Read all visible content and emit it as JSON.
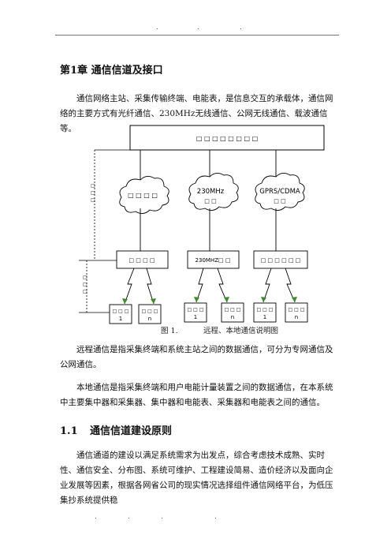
{
  "header_dots": [
    ".",
    ".",
    "."
  ],
  "footer_dots": [
    ".",
    ".",
    ".",
    "."
  ],
  "chapter_title": "第1章 通信信道及接口",
  "paragraphs": {
    "intro": "通信网络主站、采集传输终端、电能表，是信息交互的承载体，通信网络的主要方式有光纤通信、230MHz无线通信、公网无线通信、载波通信等。",
    "remote": "远程通信是指采集终端和系统主站之间的数据通信，可分为专网通信及公网通信。",
    "local": "本地通信是指采集终端和用户电能计量装置之间的数据通信，在本系统中主要集中器和采集器、集中器和电能表、采集器和电能表之间的通信。",
    "principle": "通信通道的建设以满足系统需求为出发点，综合考虑技术成熟、实时性、通信安全、分布图、系统可维护、工程建设简易、造价经济以及面向企业发展等因素，根据各网省公司的现实情况选择组件通信网络平台，为低压集抄系统提供稳"
  },
  "section": {
    "number": "1.1",
    "title": "通信信道建设原则"
  },
  "figure": {
    "caption_number": "图 1.",
    "caption_text": "远程、本地通信说明图",
    "top_box": "□ □ □ □ □ □ □ □",
    "side_label_top": "□ □ □",
    "side_label_bottom": "□ □ □",
    "clouds": [
      {
        "line1": "□ □ □ □",
        "line2": ""
      },
      {
        "line1": "230MHz",
        "line2": "□ □"
      },
      {
        "line1": "GPRS/CDMA",
        "line2": "□ □"
      }
    ],
    "mid_boxes": [
      "□ □ □ □",
      "230MHZ□ □",
      "□ □ □ □ □ □"
    ],
    "terminals": [
      {
        "line1": "□ □ □",
        "line2": "1"
      },
      {
        "line1": "□ □ □",
        "line2": "n"
      },
      {
        "line1": "□ □ □",
        "line2": "1"
      },
      {
        "line1": "□ □ □",
        "line2": "n"
      },
      {
        "line1": "□ □ □",
        "line2": "1"
      },
      {
        "line1": "□ □ □",
        "line2": "n"
      }
    ]
  }
}
